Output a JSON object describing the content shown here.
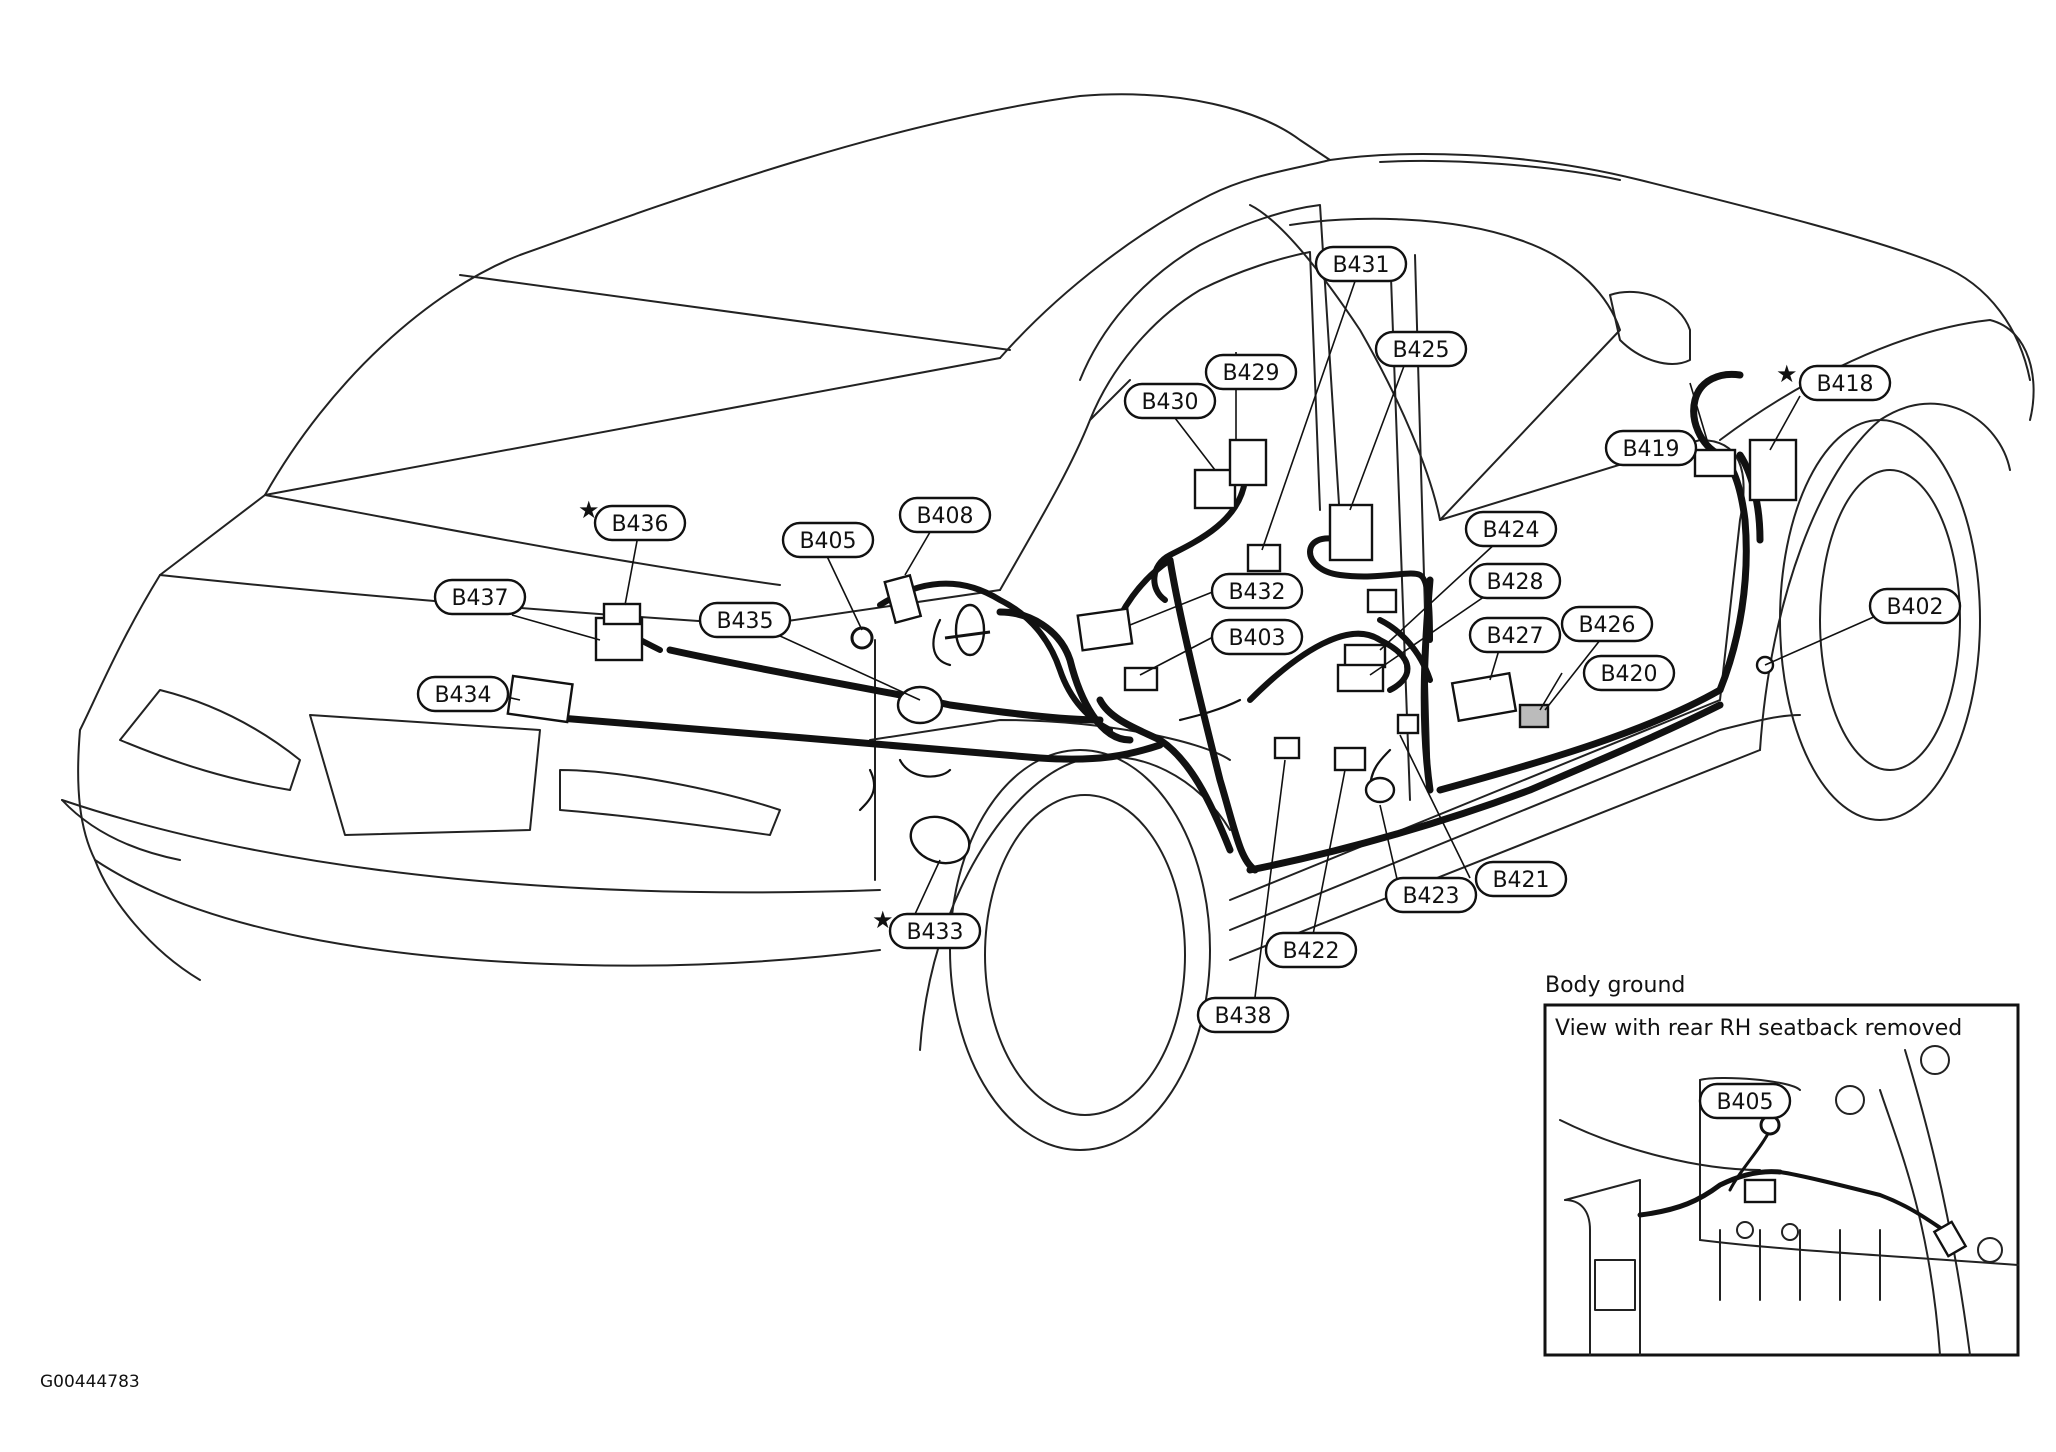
{
  "figure_id": "G00444783",
  "inset": {
    "title": "Body ground",
    "subtitle": "View with rear RH seatback removed",
    "label": "B405"
  },
  "connectors": [
    {
      "id": "B402",
      "star": false
    },
    {
      "id": "B403",
      "star": false
    },
    {
      "id": "B405",
      "star": false
    },
    {
      "id": "B408",
      "star": false
    },
    {
      "id": "B418",
      "star": true
    },
    {
      "id": "B419",
      "star": false
    },
    {
      "id": "B420",
      "star": false
    },
    {
      "id": "B421",
      "star": false
    },
    {
      "id": "B422",
      "star": false
    },
    {
      "id": "B423",
      "star": false
    },
    {
      "id": "B424",
      "star": false
    },
    {
      "id": "B425",
      "star": false
    },
    {
      "id": "B426",
      "star": false
    },
    {
      "id": "B427",
      "star": false
    },
    {
      "id": "B428",
      "star": false
    },
    {
      "id": "B429",
      "star": false
    },
    {
      "id": "B430",
      "star": false
    },
    {
      "id": "B431",
      "star": false
    },
    {
      "id": "B432",
      "star": false
    },
    {
      "id": "B433",
      "star": true
    },
    {
      "id": "B434",
      "star": false
    },
    {
      "id": "B435",
      "star": false
    },
    {
      "id": "B436",
      "star": true
    },
    {
      "id": "B437",
      "star": false
    },
    {
      "id": "B438",
      "star": false
    }
  ],
  "star_symbol": "★"
}
